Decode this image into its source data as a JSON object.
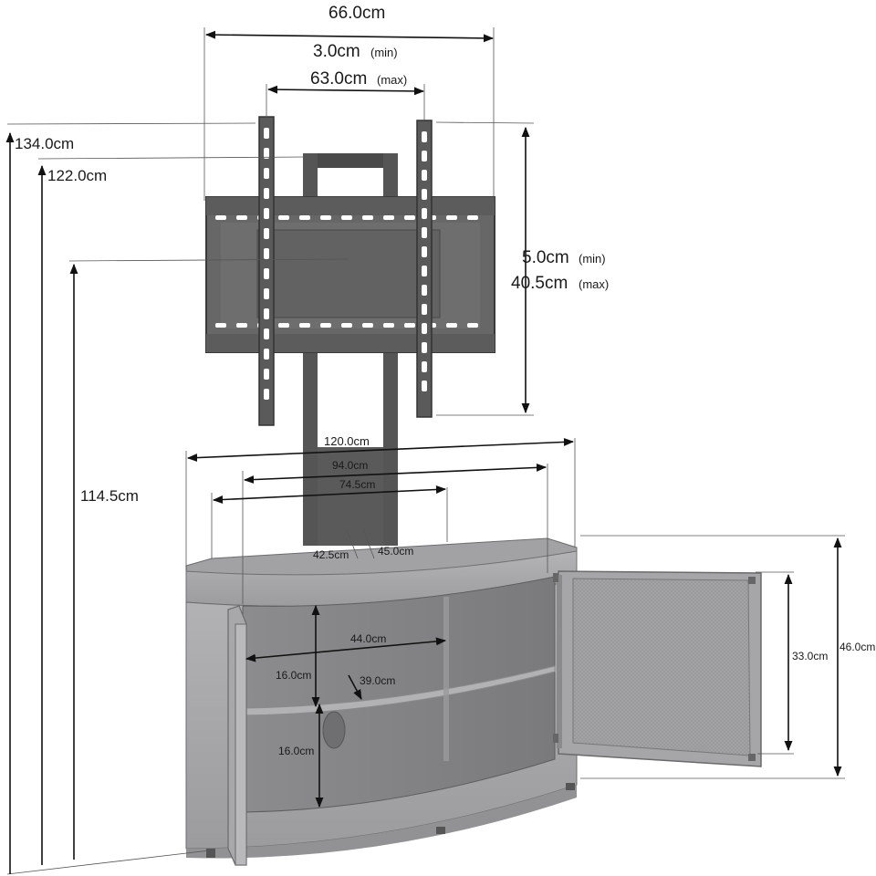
{
  "colors": {
    "bracket": "#5e5e5e",
    "bracket_dark": "#3a3a3a",
    "cabinet": "#a9a9ab",
    "cabinet_dark": "#7d7d80",
    "glass": "#8a8a8c",
    "door_panel": "#9a9a9c",
    "line": "#111111"
  },
  "labels": {
    "top_width": "66.0cm",
    "arm_min": "3.0cm",
    "arm_min_tag": "(min)",
    "arm_max": "63.0cm",
    "arm_max_tag": "(max)",
    "vadj_min": "5.0cm",
    "vadj_min_tag": "(min)",
    "vadj_max": "40.5cm",
    "vadj_max_tag": "(max)",
    "height_134": "134.0cm",
    "height_122": "122.0cm",
    "height_114": "114.5cm",
    "w_120": "120.0cm",
    "w_94": "94.0cm",
    "w_74": "74.5cm",
    "d_42": "42.5cm",
    "d_45": "45.0cm",
    "shelf_44": "44.0cm",
    "shelf_39": "39.0cm",
    "gap_upper": "16.0cm",
    "gap_lower": "16.0cm",
    "door_33": "33.0cm",
    "door_46": "46.0cm"
  }
}
